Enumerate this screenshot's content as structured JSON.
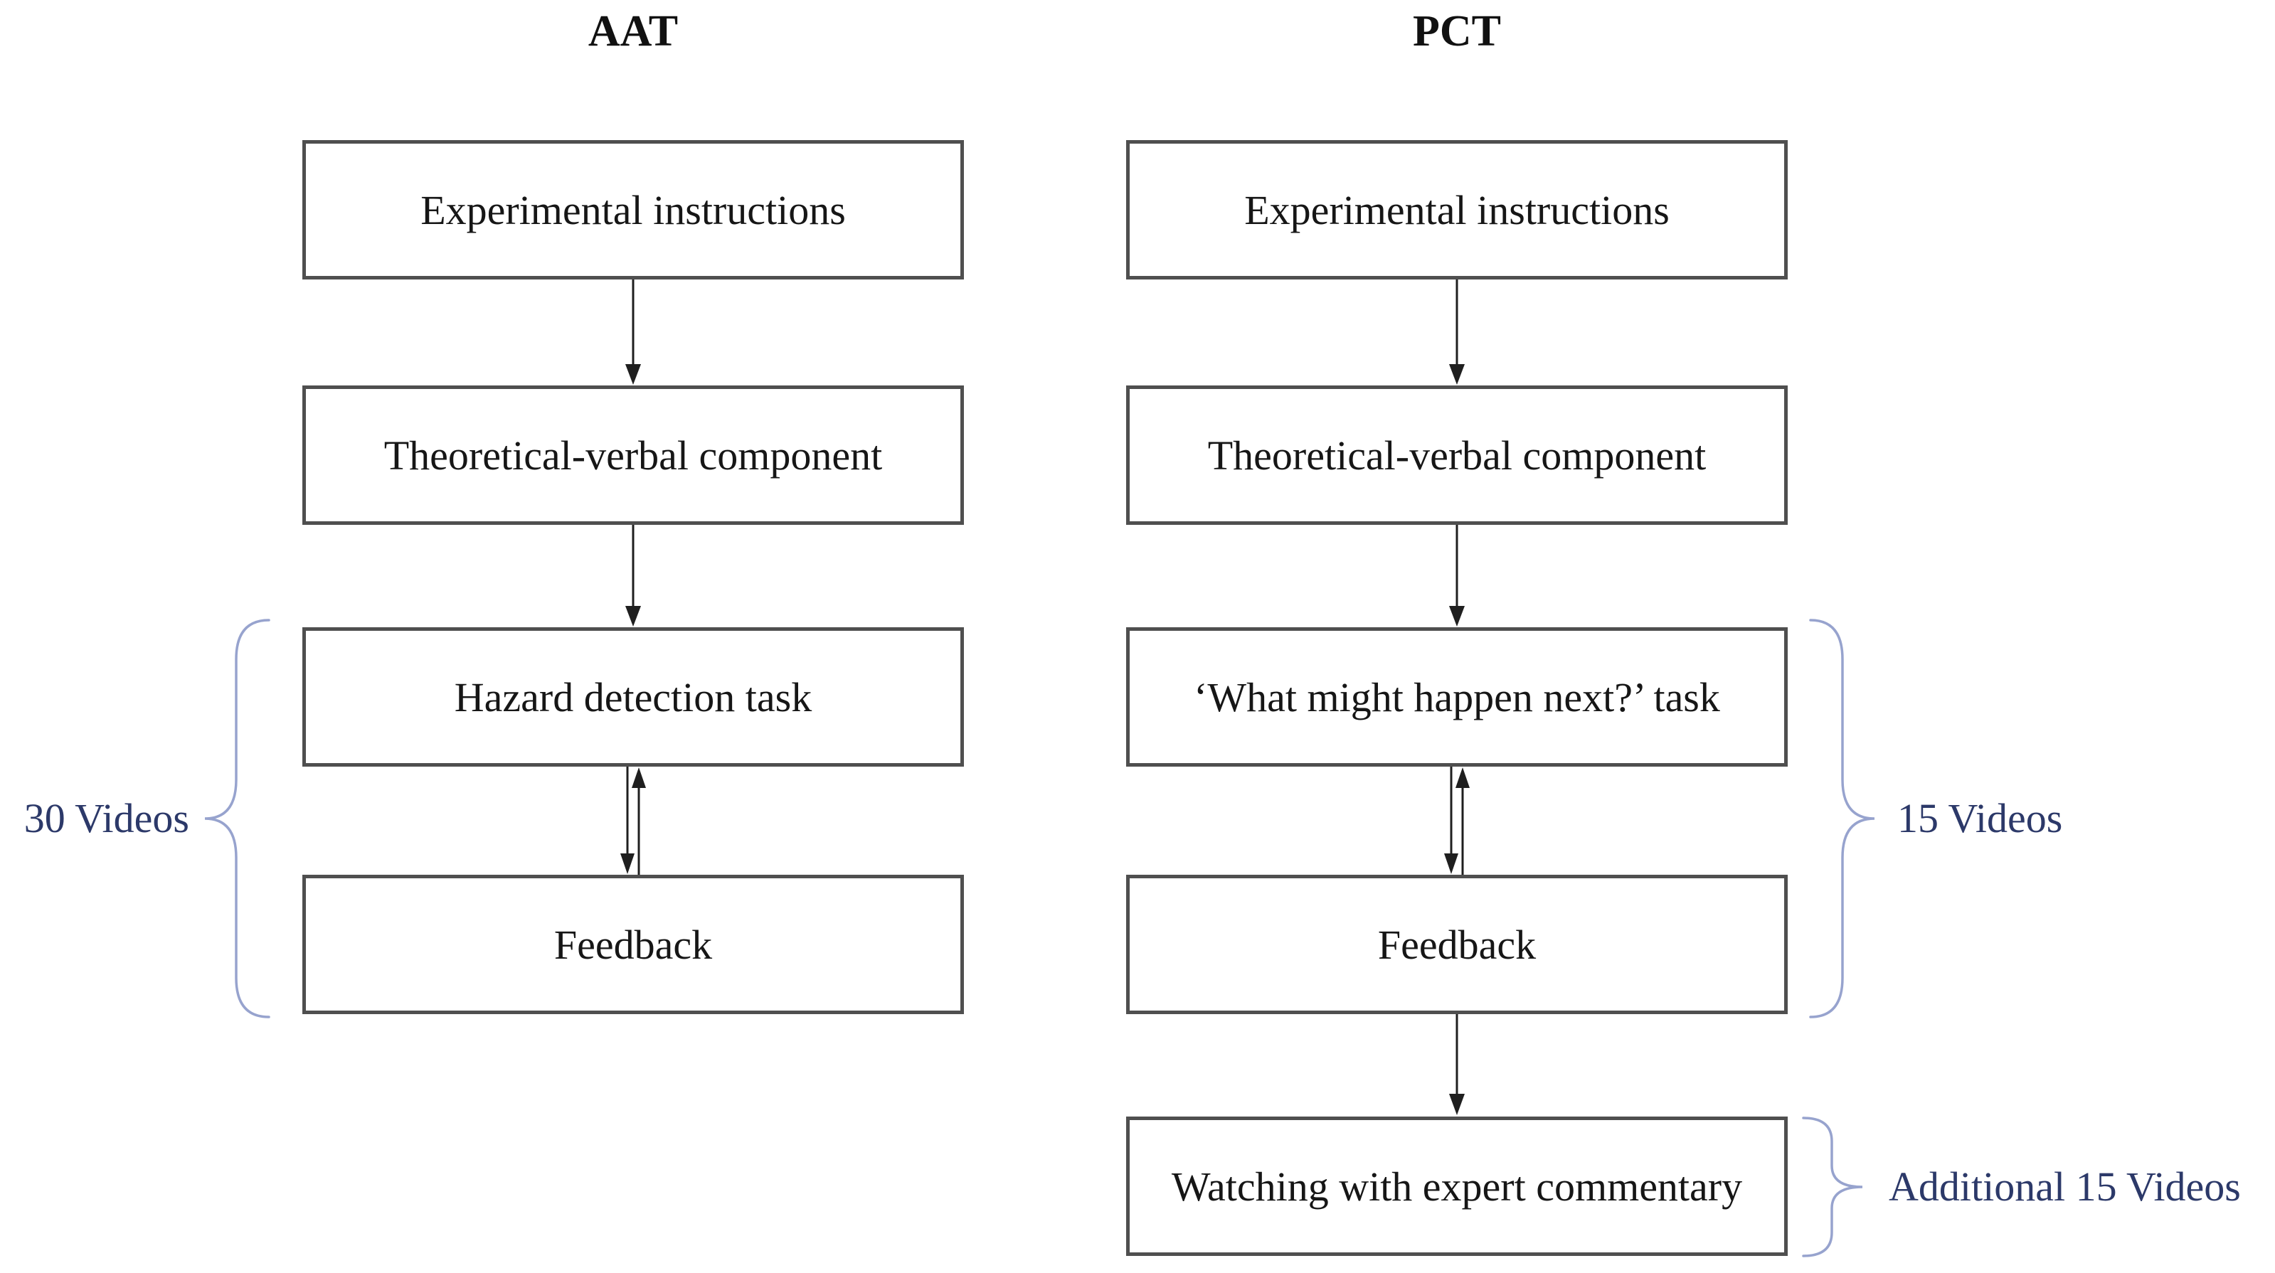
{
  "figure": {
    "type": "flowchart",
    "columns": [
      {
        "title": "AAT",
        "boxes": [
          "Experimental instructions",
          "Theoretical-verbal component",
          "Hazard detection task",
          "Feedback"
        ],
        "brace_label": "30 Videos"
      },
      {
        "title": "PCT",
        "boxes": [
          "Experimental instructions",
          "Theoretical-verbal component",
          "‘What might happen next?’ task",
          "Feedback",
          "Watching with expert commentary"
        ],
        "brace_label": "15 Videos",
        "extra_brace_label": "Additional 15 Videos"
      }
    ]
  },
  "theme": {
    "label-navy": "#2c3969",
    "brace-blue": "#97a3ce",
    "box-border": "#4f4f4f",
    "arrow-black": "#1f1f1f",
    "text-black": "#161616",
    "bg": "#ffffff"
  }
}
